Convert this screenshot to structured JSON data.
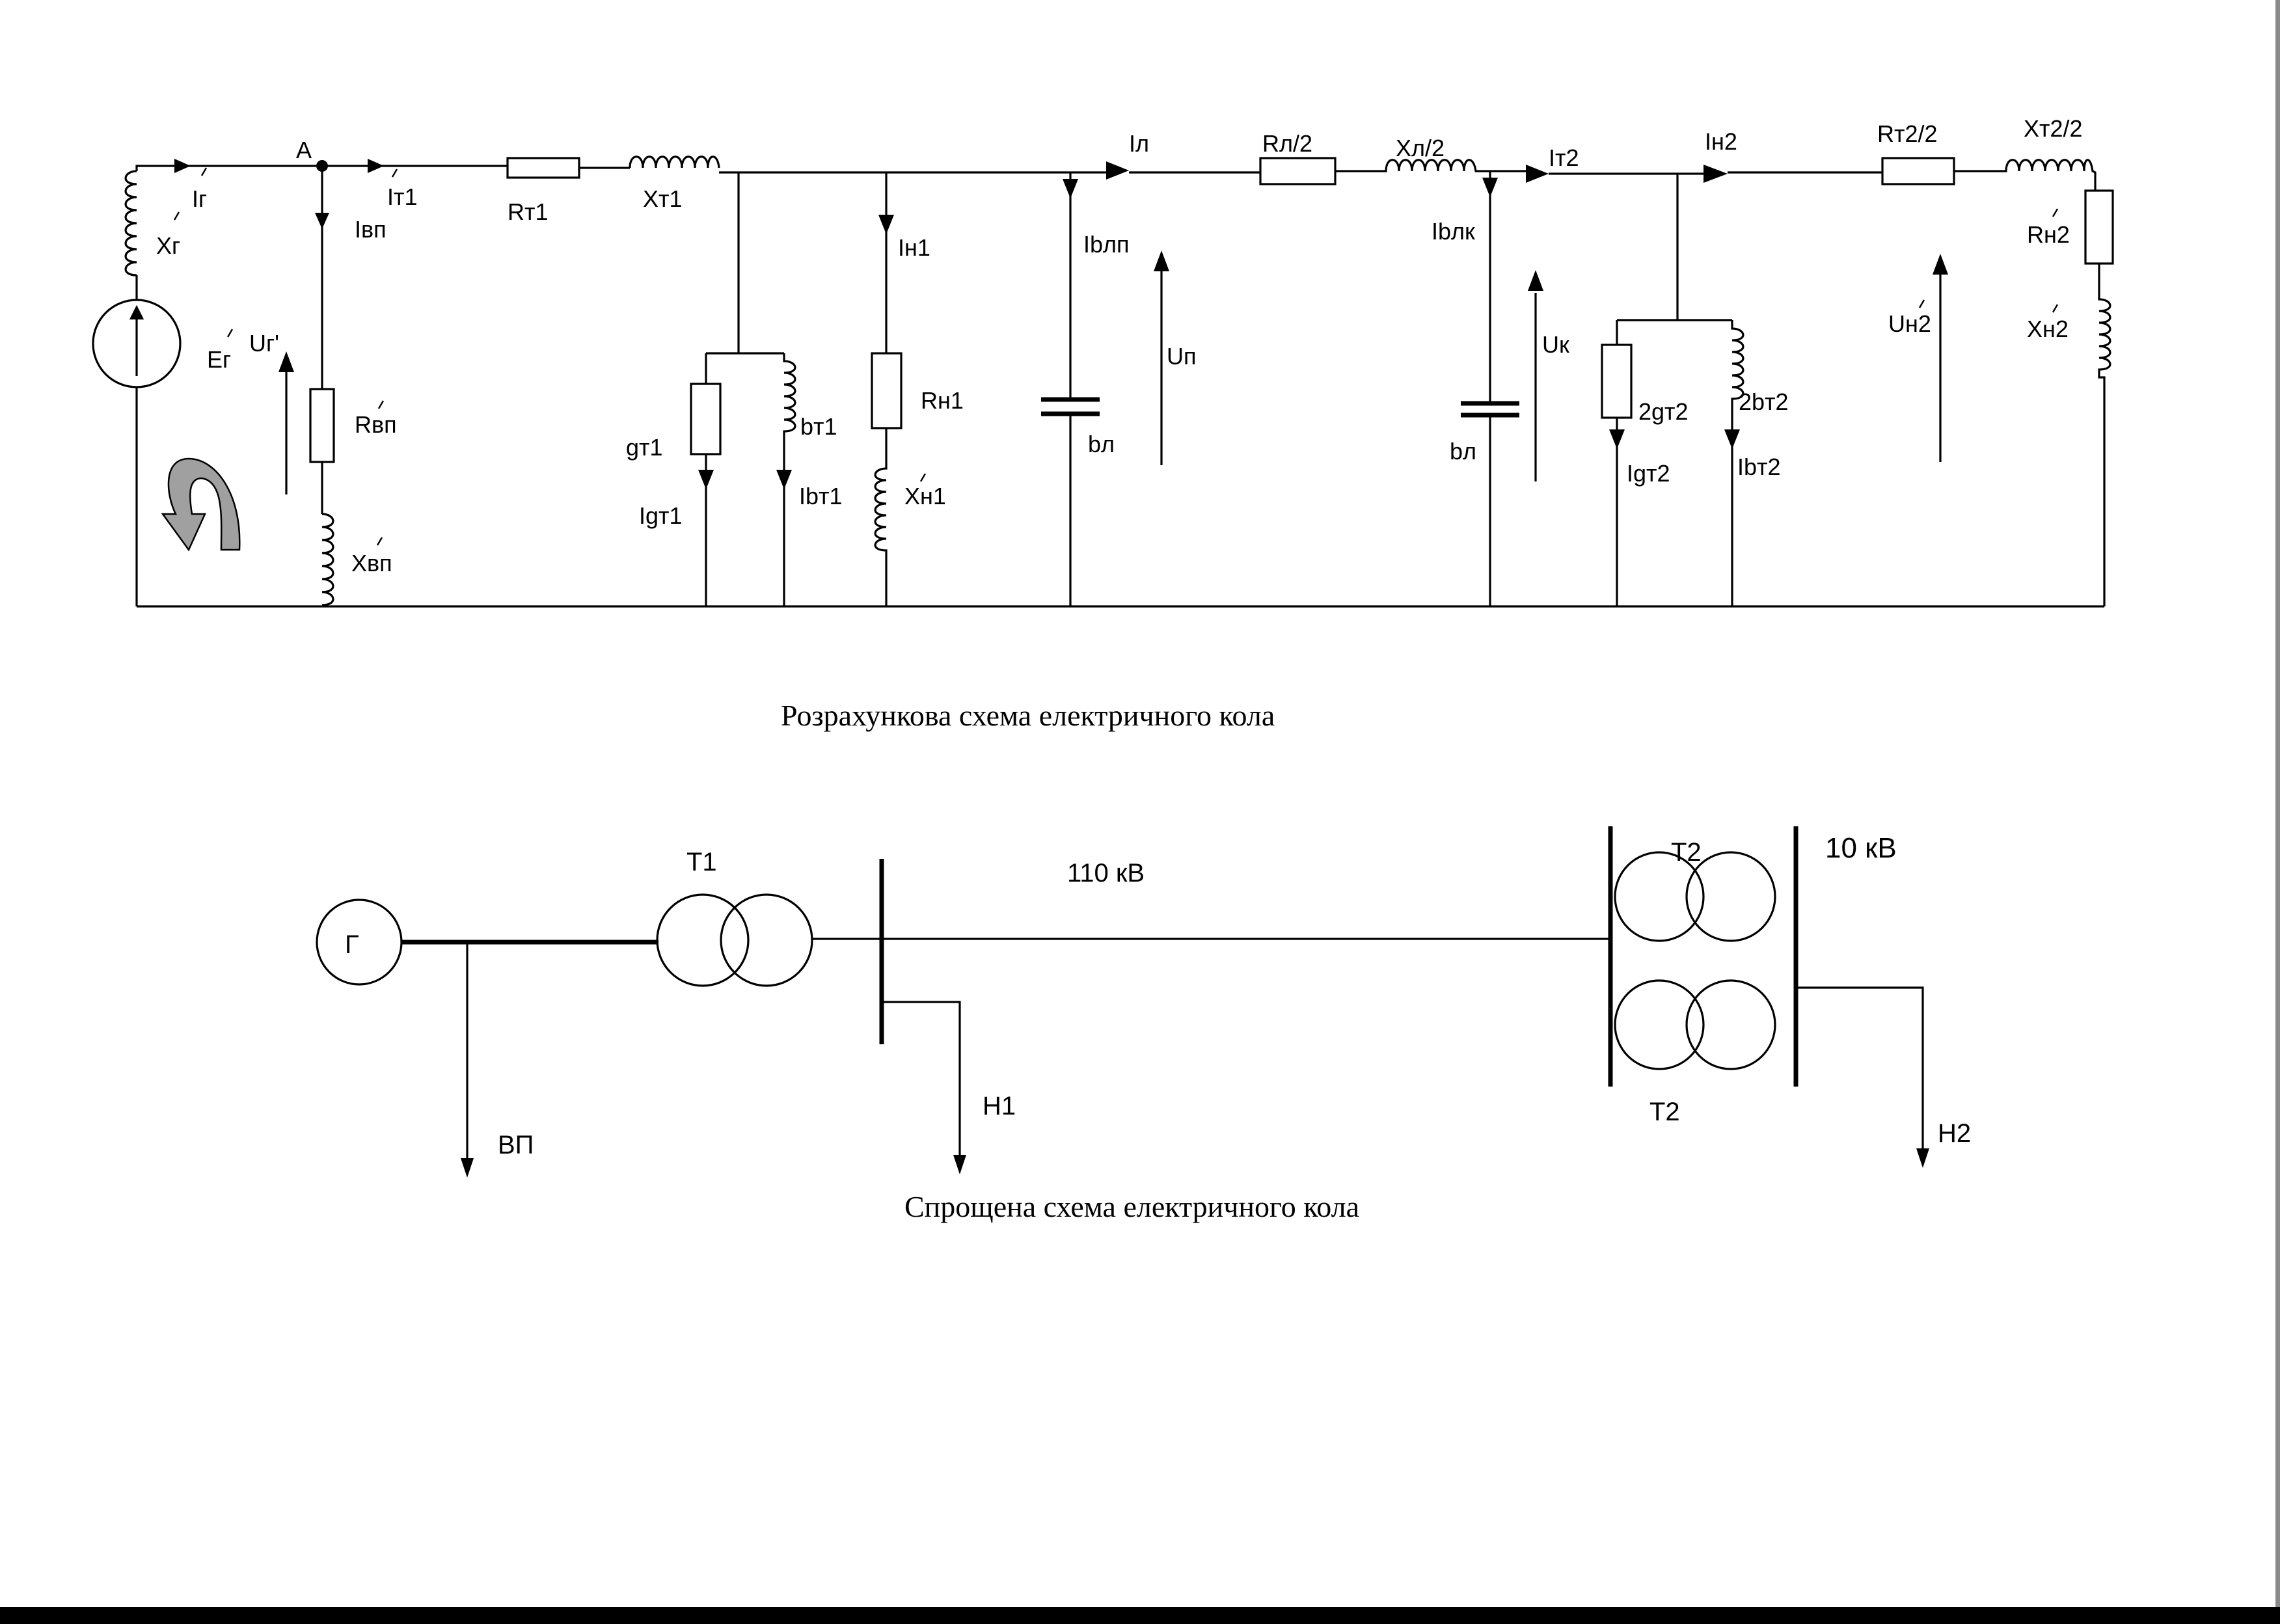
{
  "calc_scheme": {
    "caption": "Розрахункова схема електричного кола",
    "labels": {
      "Xg": "Xг",
      "Eg": "Eг",
      "Ig": "Iг",
      "A": "A",
      "Ugp": "Uг'",
      "Ivp": "Iвп",
      "Rvp": "Rвп",
      "Xvp": "Xвп",
      "It1": "Iт1",
      "Rt1": "Rт1",
      "Xt1": "Xт1",
      "gt1": "gт1",
      "bt1": "bт1",
      "Igt1": "Igт1",
      "Ibt1": "Ibт1",
      "In1": "Iн1",
      "Rn1": "Rн1",
      "Xn1": "Xн1",
      "Iblp": "Ibлп",
      "bl1": "bл",
      "Up": "Uп",
      "Il": "Iл",
      "Rl2": "Rл/2",
      "Xl2": "Xл/2",
      "It2": "Iт2",
      "Iblk": "Ibлк",
      "bl2": "bл",
      "Uk": "Uк",
      "In2": "Iн2",
      "gt2": "2gт2",
      "bt2": "2bт2",
      "Igt2": "Igт2",
      "Ibt2": "Ibт2",
      "Rt22": "Rт2/2",
      "Xt22": "Xт2/2",
      "Un2": "Uн2",
      "Rn2": "Rн2",
      "Xn2": "Xн2"
    }
  },
  "simple_scheme": {
    "caption": "Спрощена схема електричного кола",
    "labels": {
      "G": "Г",
      "T1": "T1",
      "V110": "110 кВ",
      "V10": "10 кВ",
      "T2_top": "T2",
      "T2_bottom": "T2",
      "VP": "ВП",
      "N1": "Н1",
      "N2": "Н2"
    }
  }
}
